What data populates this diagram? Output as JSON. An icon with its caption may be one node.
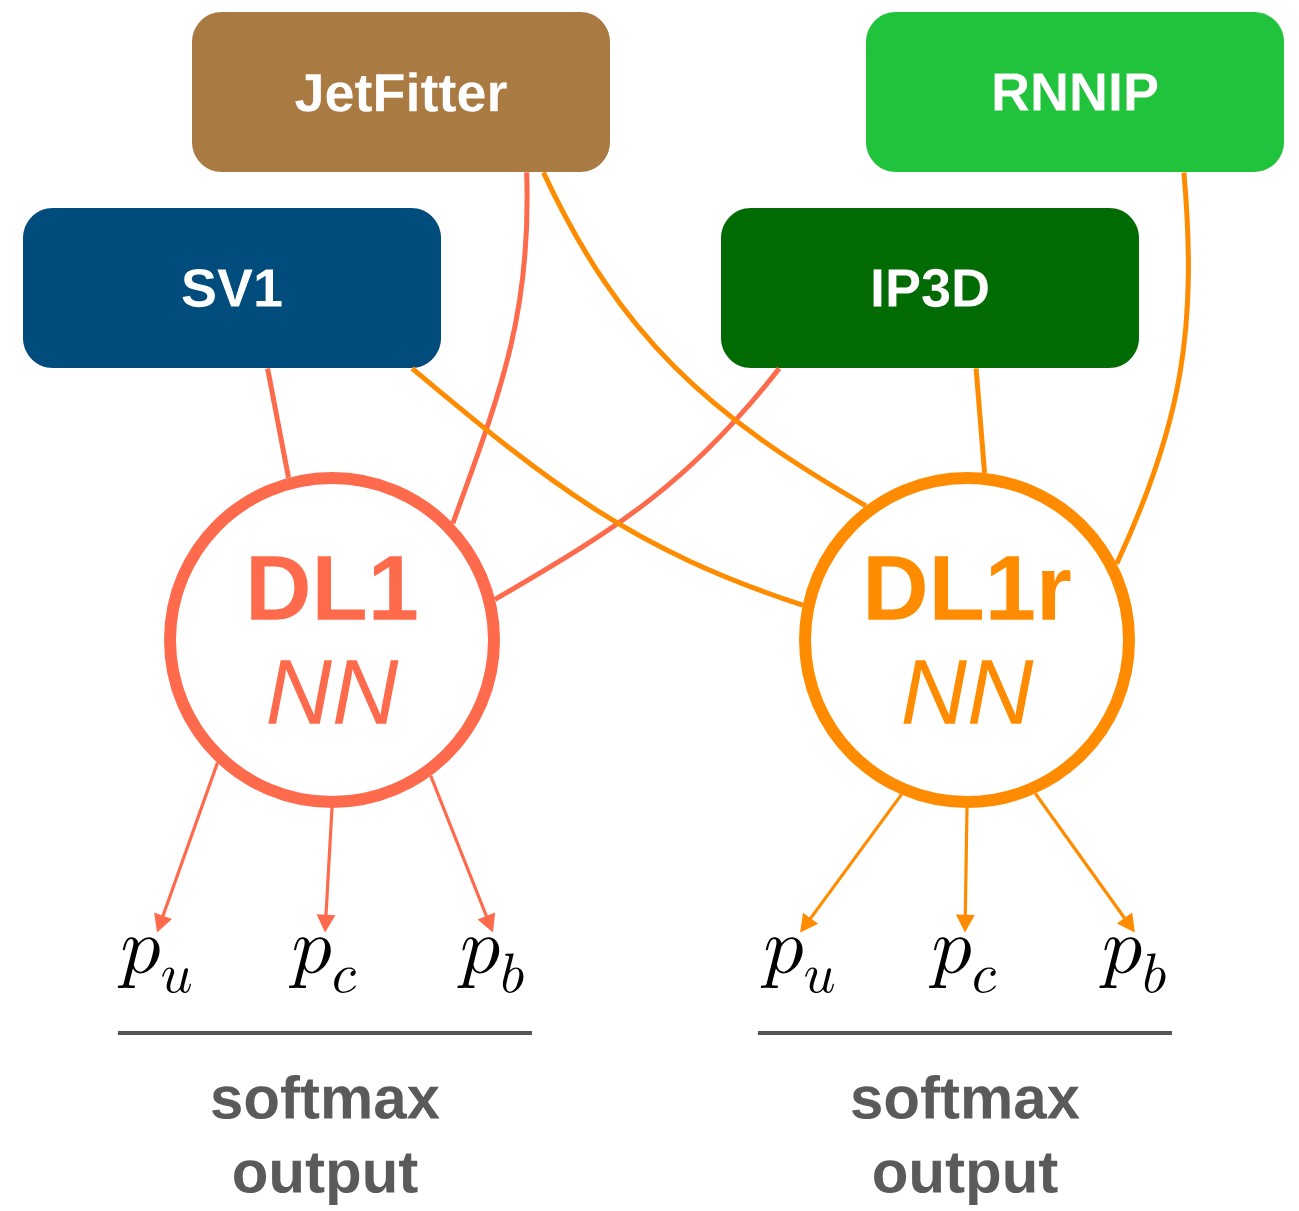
{
  "diagram": {
    "nodes": [
      {
        "text": [
          "JetFitter"
        ]
      },
      {
        "text": [
          "RNNIP"
        ]
      },
      {
        "text": [
          "SV1"
        ]
      },
      {
        "text": [
          "IP3D"
        ]
      },
      {
        "text": [
          "DL1",
          "NN"
        ]
      },
      {
        "text": [
          "DL1r",
          "NN"
        ]
      },
      {
        "text": [
          "p_u"
        ]
      },
      {
        "text": [
          "p_c"
        ]
      },
      {
        "text": [
          "p_b"
        ]
      },
      {
        "text": [
          "p_u"
        ]
      },
      {
        "text": [
          "p_c"
        ]
      },
      {
        "text": [
          "p_b"
        ]
      }
    ],
    "edges": [
      {
        "from": 2,
        "to": 4,
        "arrow": "none",
        "color": "#fe6a4c"
      },
      {
        "from": 0,
        "to": 4,
        "arrow": "none",
        "color": "#fe6a4c"
      },
      {
        "from": 3,
        "to": 4,
        "arrow": "none",
        "color": "#fe6a4c"
      },
      {
        "from": 2,
        "to": 5,
        "arrow": "none"
      },
      {
        "from": 0,
        "to": 5,
        "arrow": "none"
      },
      {
        "from": 3,
        "to": 5,
        "arrow": "none"
      },
      {
        "from": 1,
        "to": 5,
        "arrow": "none"
      },
      {
        "from": 4,
        "to": 6,
        "arrow": "to",
        "color": "#fe6a4c"
      },
      {
        "from": 4,
        "to": 7,
        "arrow": "to",
        "color": "#fe6a4c"
      },
      {
        "from": 4,
        "to": 8,
        "arrow": "to",
        "color": "#fe6a4c"
      },
      {
        "from": 5,
        "to": 9,
        "arrow": "to"
      },
      {
        "from": 5,
        "to": 10,
        "arrow": "to"
      },
      {
        "from": 5,
        "to": 11,
        "arrow": "to"
      }
    ],
    "labels": [
      "softmax output",
      "softmax output"
    ]
  }
}
